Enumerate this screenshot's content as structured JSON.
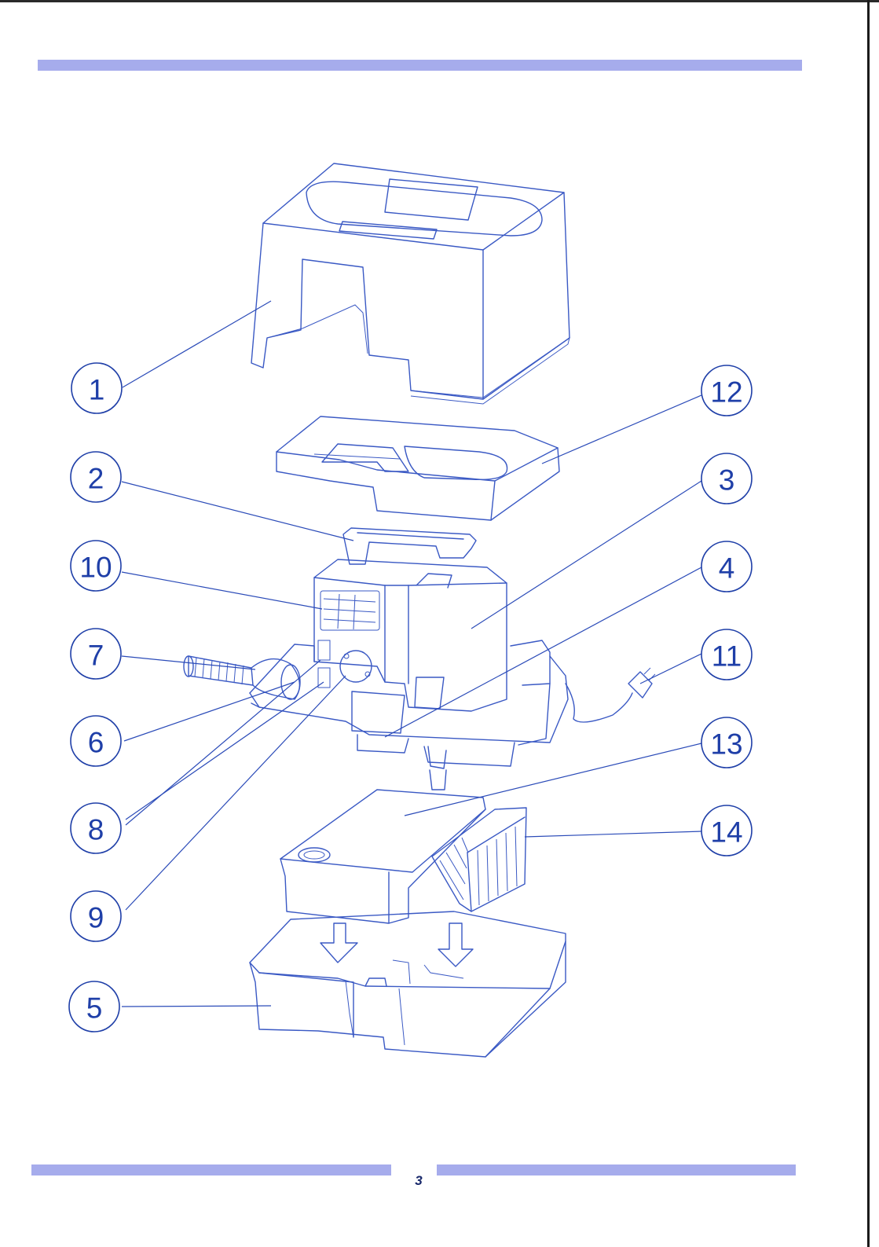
{
  "page": {
    "number": "3"
  },
  "colors": {
    "header_bar": "#a6acec",
    "footer_bar": "#a6acec",
    "line": "#3a59c4",
    "callout_text": "#1f3fa8"
  },
  "callouts": {
    "c1": "1",
    "c2": "2",
    "c3": "3",
    "c4": "4",
    "c5": "5",
    "c6": "6",
    "c7": "7",
    "c8": "8",
    "c9": "9",
    "c10": "10",
    "c11": "11",
    "c12": "12",
    "c13": "13",
    "c14": "14"
  }
}
